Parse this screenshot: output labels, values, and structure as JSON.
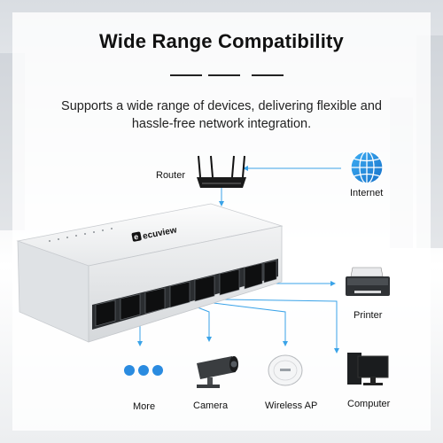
{
  "header": {
    "title": "Wide Range Compatibility",
    "subtitle_line1": "Supports a wide range of devices, delivering flexible and",
    "subtitle_line2": "hassle-free network integration."
  },
  "product": {
    "brand": "ecuview"
  },
  "devices": {
    "router": "Router",
    "internet": "Internet",
    "printer": "Printer",
    "more": "More",
    "camera": "Camera",
    "wireless_ap": "Wireless AP",
    "computer": "Computer"
  },
  "icons": {
    "internet": "globe-icon",
    "more": "dots-icon"
  },
  "colors": {
    "accent": "#1f8fe0",
    "line": "#3aa3e8",
    "text": "#111111"
  }
}
